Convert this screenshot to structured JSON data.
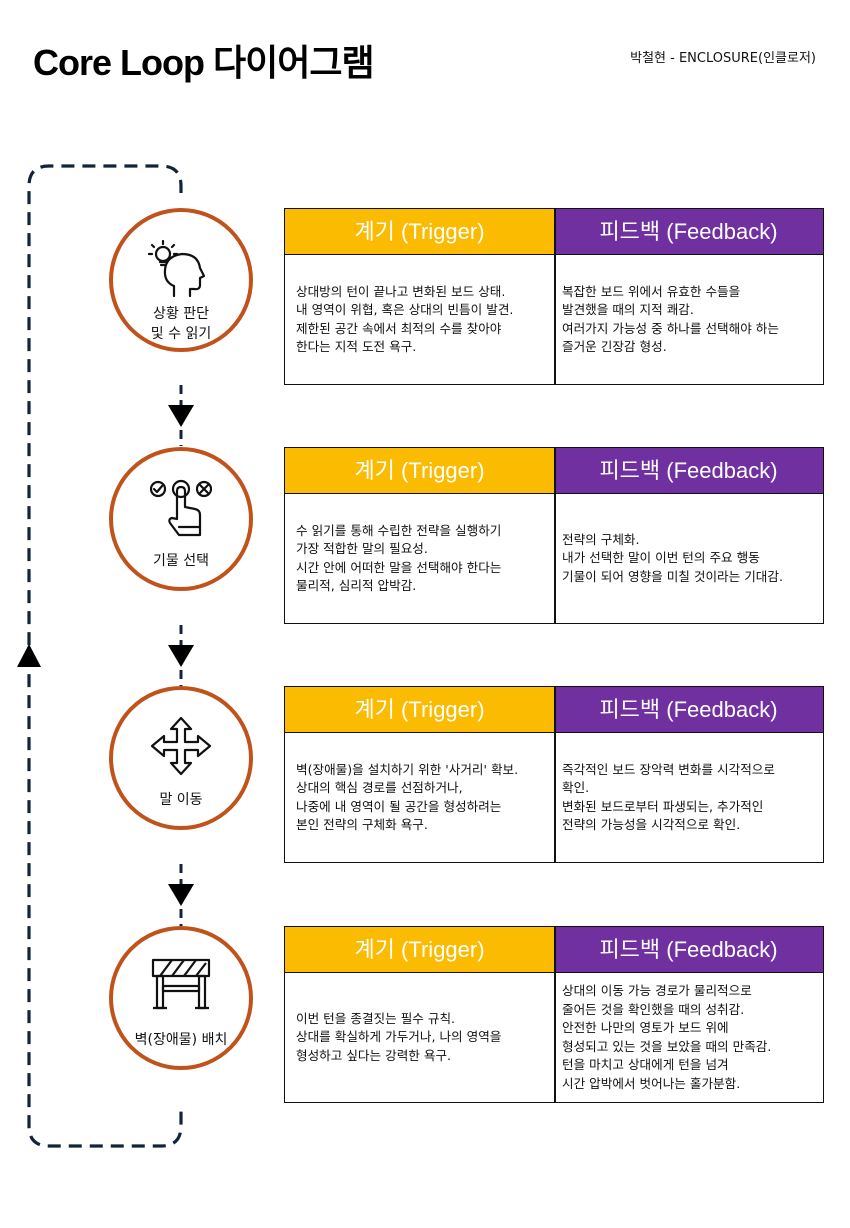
{
  "header": {
    "title": "Core Loop 다이어그램",
    "author": "박철현 - ENCLOSURE(인클로저)"
  },
  "colors": {
    "trigger_header": "#fbbb00",
    "feedback_header": "#7030a0",
    "circle_border": "#c0531c",
    "loop_line": "#13243a"
  },
  "steps": [
    {
      "icon": "idea-head-icon",
      "label": "상황 판단\n및 수 읽기",
      "trigger_header": "계기 (Trigger)",
      "feedback_header": "피드백 (Feedback)",
      "trigger": "상대방의 턴이 끝나고 변화된 보드 상태.\n내 영역이 위협, 혹은 상대의 빈틈이 발견.\n제한된 공간 속에서 최적의 수를 찾아야\n한다는 지적 도전 욕구.",
      "feedback": "복잡한 보드 위에서 유효한 수들을\n발견했을 때의 지적 쾌감.\n여러가지 가능성 중 하나를 선택해야 하는\n즐거운 긴장감 형성."
    },
    {
      "icon": "hand-choice-icon",
      "label": "기물 선택",
      "trigger_header": "계기 (Trigger)",
      "feedback_header": "피드백 (Feedback)",
      "trigger": "수 읽기를 통해 수립한 전략을 실행하기\n가장 적합한 말의 필요성.\n시간 안에 어떠한 말을 선택해야 한다는\n물리적, 심리적 압박감.",
      "feedback": "전략의 구체화.\n내가 선택한 말이 이번 턴의 주요 행동\n기물이 되어 영향을 미칠 것이라는 기대감."
    },
    {
      "icon": "move-arrows-icon",
      "label": "말 이동",
      "trigger_header": "계기 (Trigger)",
      "feedback_header": "피드백 (Feedback)",
      "trigger": "벽(장애물)을 설치하기 위한 '사거리' 확보.\n상대의 핵심 경로를 선점하거나,\n나중에 내 영역이 될 공간을 형성하려는\n본인 전략의 구체화 욕구.",
      "feedback": "즉각적인 보드 장악력 변화를 시각적으로\n확인.\n변화된 보드로부터 파생되는, 추가적인\n전략의 가능성을 시각적으로 확인."
    },
    {
      "icon": "barrier-icon",
      "label": "벽(장애물) 배치",
      "trigger_header": "계기 (Trigger)",
      "feedback_header": "피드백 (Feedback)",
      "trigger": "이번 턴을 종결짓는 필수 규칙.\n상대를 확실하게 가두거나, 나의 영역을\n형성하고 싶다는 강력한 욕구.",
      "feedback": "상대의 이동 가능 경로가 물리적으로\n줄어든 것을 확인했을 때의 성취감.\n안전한 나만의 영토가 보드 위에\n형성되고 있는 것을 보았을 때의 만족감.\n턴을 마치고 상대에게 턴을 넘겨\n시간 압박에서 벗어나는 홀가분함."
    }
  ]
}
